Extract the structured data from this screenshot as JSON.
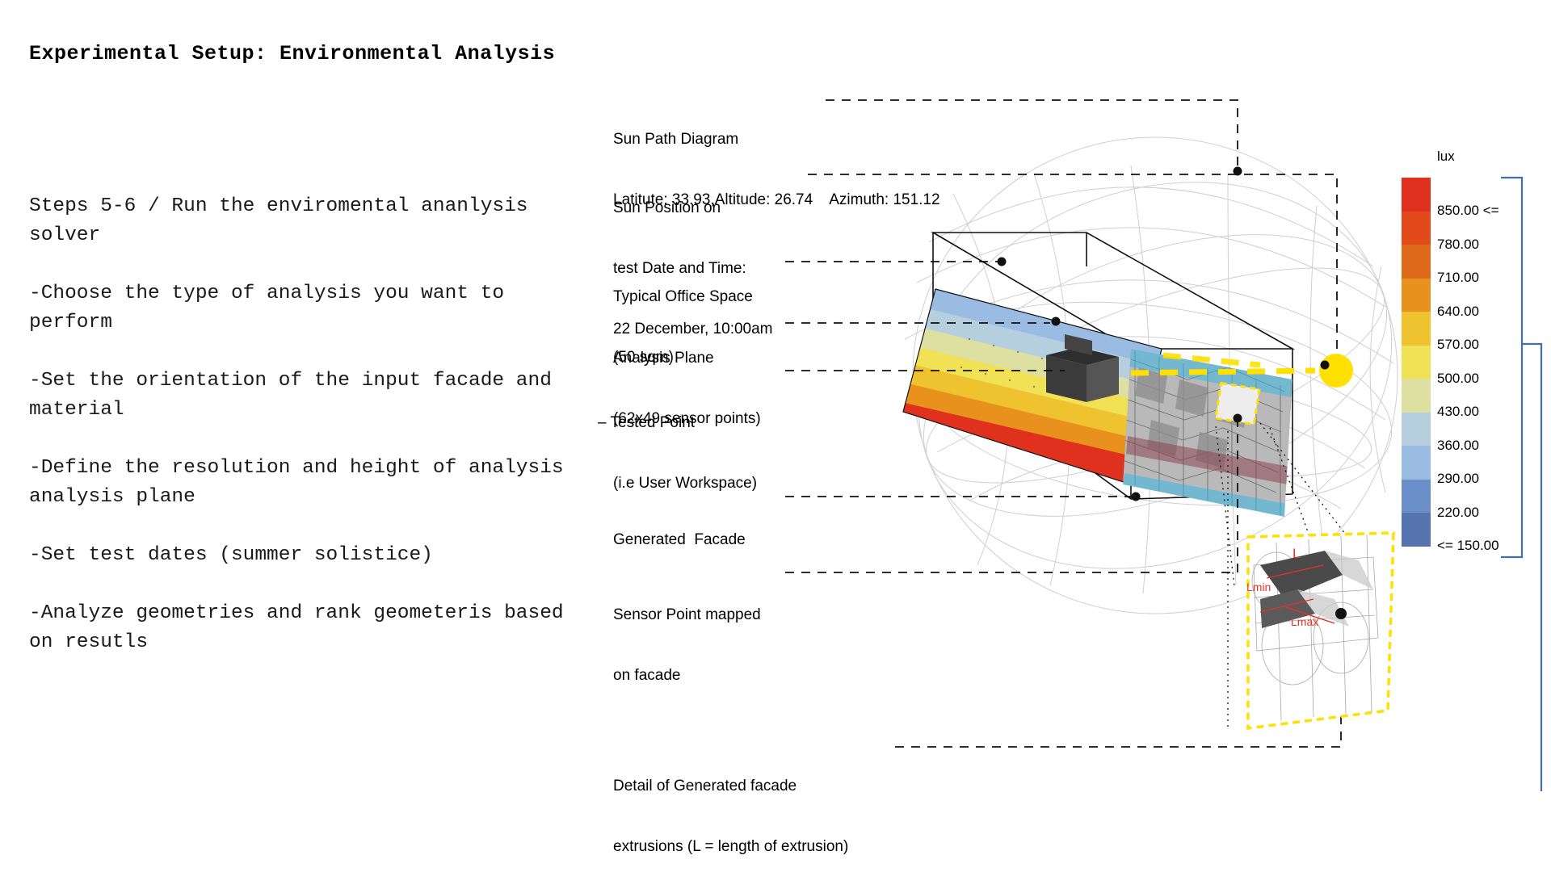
{
  "page": {
    "title": "Experimental Setup: Environmental Analysis",
    "background": "#ffffff"
  },
  "steps": {
    "heading": "Steps 5-6 / Run the enviromental ananlysis solver",
    "items": [
      "-Choose the type of analysis you want to perform",
      "-Set the orientation of the input facade and material",
      "-Define the resolution and height of analysis analysis plane",
      "-Set test dates (summer solistice)",
      "-Analyze geometries and rank geometeris based on resutls"
    ]
  },
  "callouts": [
    {
      "id": "sun-path-diagram",
      "lines": [
        "Sun Path Diagram",
        "Latitute: 33.93,Altitude: 26.74    Azimuth: 151.12"
      ]
    },
    {
      "id": "sun-position",
      "lines": [
        "Sun Position on",
        "test Date and Time:",
        "22 December, 10:00am"
      ]
    },
    {
      "id": "office-space",
      "lines": [
        "Typical Office Space",
        "(50 sqm)"
      ]
    },
    {
      "id": "analysis-plane",
      "lines": [
        "Analysis Plane",
        "(62x49 sensor points)"
      ]
    },
    {
      "id": "tested-point",
      "lines": [
        "– Tested Point",
        "(i.e User Workspace)"
      ]
    },
    {
      "id": "generated-facade",
      "lines": [
        "Generated  Facade"
      ]
    },
    {
      "id": "sensor-point",
      "lines": [
        "Sensor Point mapped",
        "on facade"
      ]
    },
    {
      "id": "detail-facade",
      "lines": [
        "Detail of Generated facade",
        "extrusions (L = length of extrusion)"
      ]
    }
  ],
  "detail_box": {
    "dim_L": "L",
    "dim_lmin": "Lmin",
    "dim_lmax": "Lmax",
    "dim_color": "#e8302a",
    "border_color": "#ffe000"
  },
  "legend": {
    "unit": "lux",
    "entries": [
      {
        "label": "850.00 <=",
        "color": "#e0301e"
      },
      {
        "label": "780.00",
        "color": "#e2491b"
      },
      {
        "label": "710.00",
        "color": "#e06a1b"
      },
      {
        "label": "640.00",
        "color": "#e8911c"
      },
      {
        "label": "570.00",
        "color": "#eec32f"
      },
      {
        "label": "500.00",
        "color": "#f0e155"
      },
      {
        "label": "430.00",
        "color": "#dde0a0"
      },
      {
        "label": "360.00",
        "color": "#b6cfdf"
      },
      {
        "label": "290.00",
        "color": "#9abce2"
      },
      {
        "label": "220.00",
        "color": "#6b8fc9"
      },
      {
        "label": "<= 150.00",
        "color": "#5574b0"
      }
    ],
    "bracket_color": "#3d6fb5"
  },
  "scene": {
    "sun_color": "#ffe000",
    "heatmap_colors": {
      "hot": "#e0301e",
      "warm": "#e8911c",
      "mid": "#f0e155",
      "cool": "#9abce2",
      "cold": "#5574b0"
    }
  }
}
